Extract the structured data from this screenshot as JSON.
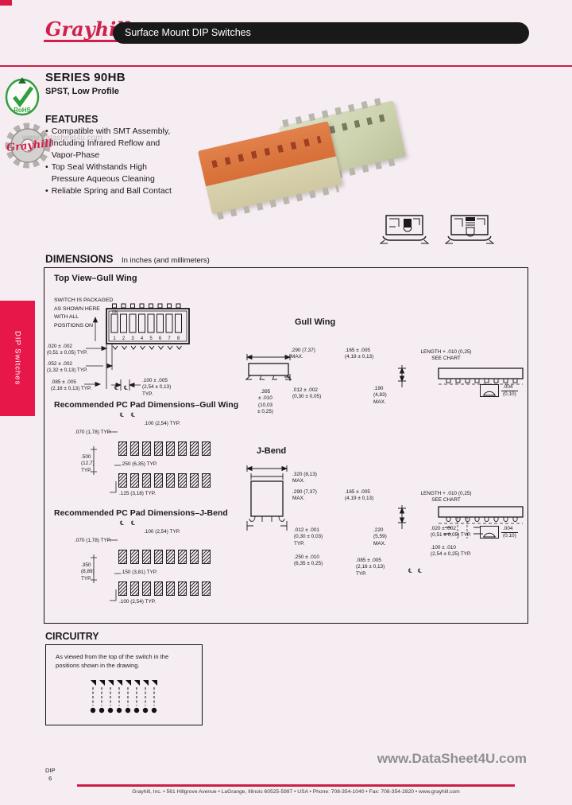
{
  "colors": {
    "accent": "#e8174a",
    "banner_bg": "#191919",
    "page_bg": "#f6edf2",
    "rohs_green": "#2f9e41",
    "switch_orange": "#d76f38",
    "switch_green": "#ccd2ae"
  },
  "header": {
    "logo_text": "Grayhill",
    "banner": "Surface Mount DIP Switches"
  },
  "series": {
    "title": "SERIES 90HB",
    "subtitle": "SPST, Low Profile"
  },
  "badges": {
    "rohs": "RoHS",
    "gear_text": "Grayhill",
    "watermark": "www.datasheet4u.com"
  },
  "features": {
    "heading": "FEATURES",
    "bullets": [
      "Compatible with SMT Assembly,\nIncluding Infrared Reflow and\nVapor-Phase",
      "Top Seal Withstands High\nPressure Aqueous Cleaning",
      "Reliable Spring and Ball Contact"
    ]
  },
  "dims": {
    "heading": "DIMENSIONS",
    "units": "In inches (and millimeters)",
    "centerline": "℄",
    "flatness": {
      "value": ".004",
      "mm": "(0,10)"
    },
    "top_view": {
      "title": "Top View–Gull Wing",
      "package_note": "SWITCH IS PACKAGED\nAS SHOWN HERE\nWITH ALL\nPOSITIONS ON",
      "on_label": "ON",
      "positions": [
        "1",
        "2",
        "3",
        "4",
        "5",
        "6",
        "7",
        "8"
      ],
      "labels": {
        "pin_width": ".020 ± .002\n(0,51 ± 0,05) TYP.",
        "slot": ".052 ± .002\n(1,32 ± 0,13) TYP.",
        "row_offset": ".085 ± .005\n(2,16 ± 0,13) TYP.",
        "pitch": ".100 ± .005\n(2,54 ± 0,13)\nTYP."
      }
    },
    "gull_wing": {
      "title": "Gull Wing",
      "labels": {
        "body_width": ".290 (7,37)\nMAX.",
        "overall_width": ".395\n± .010\n(10,03\n± 0,25)",
        "lead_thickness": ".012 ± .002\n(0,30 ± 0,05)",
        "height": ".165 ± .005\n(4,19 ± 0,13)",
        "length": "LENGTH + .010 (0,25)\nSEE CHART",
        "max_height": ".190\n(4,83)\nMAX."
      }
    },
    "pad_gull": {
      "title": "Recommended PC Pad Dimensions–Gull Wing",
      "labels": {
        "pitch": ".100 (2,54) TYP.",
        "pad_width": ".070 (1,78) TYP.",
        "row_span": ".500\n(12,7)\nTYP.",
        "inner_span": ".250 (6,35) TYP.",
        "pad_height": ".125 (3,18) TYP."
      }
    },
    "j_bend": {
      "title": "J-Bend",
      "labels": {
        "overall_width": ".320 (8,13)\nMAX.",
        "body_width": ".290 (7,37)\nMAX.",
        "lead_thickness": ".012 ± .001\n(0,30 ± 0,03)\nTYP.",
        "body_depth": ".250 ± .010\n(6,35 ± 0,25)",
        "height": ".165 ± .005\n(4,19 ± 0,13)",
        "length": "LENGTH + .010 (0,25)\nSEE CHART",
        "max_height": ".220\n(5,59)\nMAX.",
        "pin_width": ".020 ± .002\n(0,51 ± 0,05) TYP.",
        "pitch": ".100 ± .010\n(2,54 ± 0,25) TYP.",
        "row_offset": ".085 ± .005\n(2,16 ± 0,13)\nTYP."
      }
    },
    "pad_j": {
      "title": "Recommended PC Pad Dimensions–J-Bend",
      "labels": {
        "pitch": ".100 (2,54) TYP.",
        "pad_width": ".070 (1,78) TYP.",
        "row_span": ".350\n(8,89)\nTYP.",
        "inner_span": ".150 (3,81) TYP.",
        "pad_height": ".100 (2,54) TYP."
      }
    }
  },
  "circuitry": {
    "heading": "CIRCUITRY",
    "note": "As viewed from the top of the switch in the\npositions shown in the drawing."
  },
  "sidebar": {
    "label": "DIP Switches"
  },
  "footer": {
    "watermark": "www.DataSheet4U.com",
    "page_label": "DIP",
    "page_number": "6",
    "company_line": "Grayhill, Inc.  •  561 Hillgrove Avenue  •  LaGrange, Illinois 60525-5997  •  USA  •  Phone: 708-354-1040  •  Fax: 708-354-2820  •  www.grayhill.com"
  }
}
